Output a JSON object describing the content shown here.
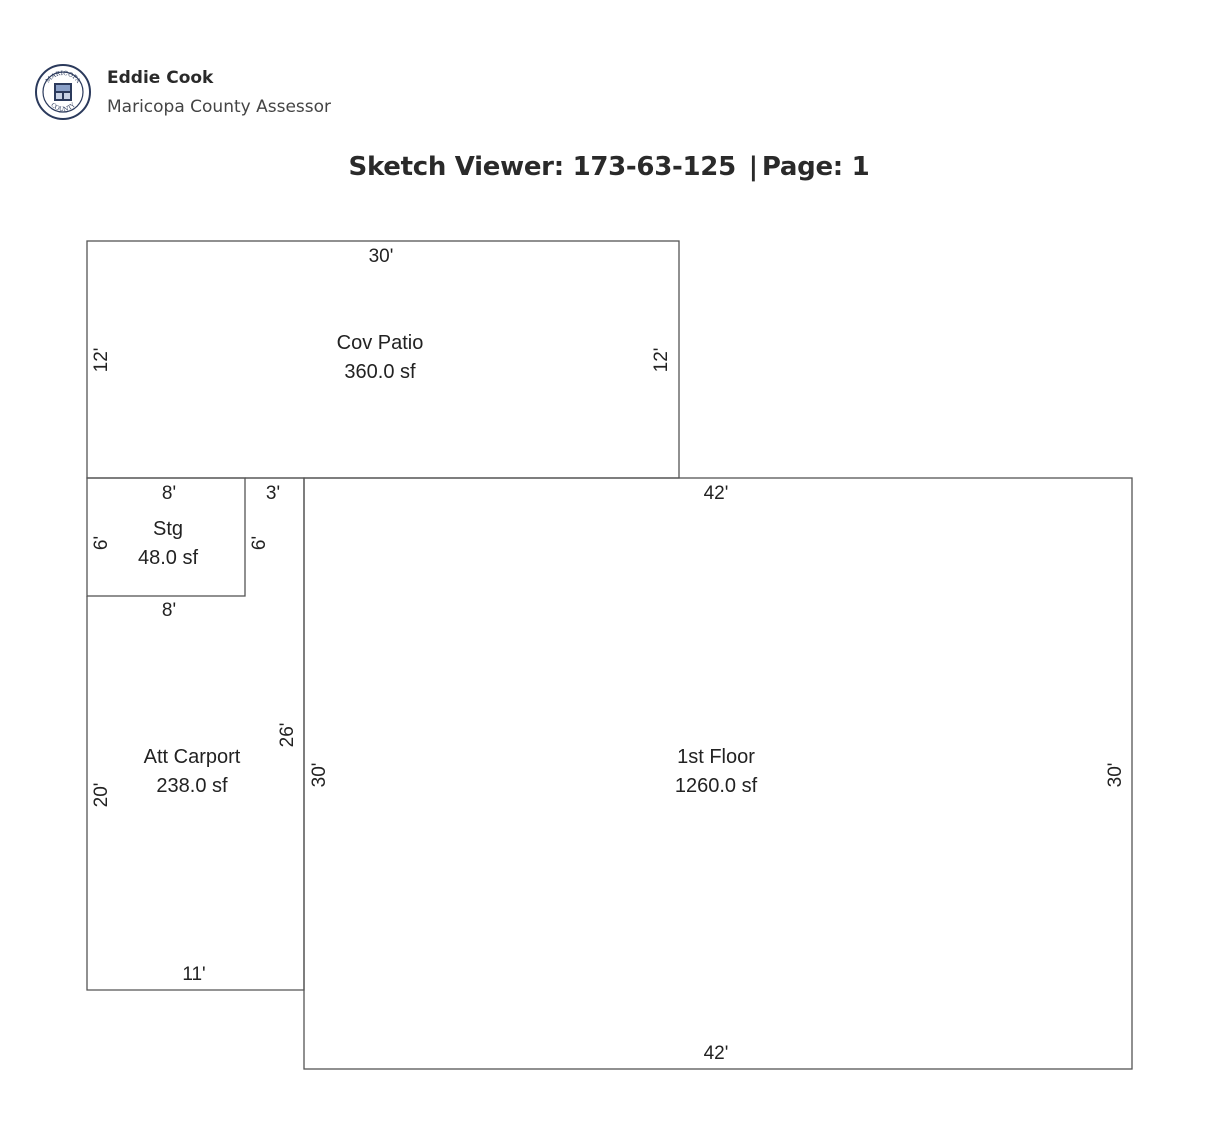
{
  "header": {
    "name": "Eddie Cook",
    "subtitle": "Maricopa County Assessor",
    "seal_text_top": "MARICOPA",
    "seal_text_bottom": "COUNTY"
  },
  "title": {
    "label": "Sketch Viewer:",
    "parcel": "173-63-125",
    "separator": "|",
    "page_label": "Page:",
    "page_number": "1"
  },
  "sketch": {
    "stroke_color": "#555555",
    "areas": [
      {
        "name": "Cov Patio",
        "area": "360.0 sf",
        "dims": {
          "top": "30'",
          "left": "12'",
          "right": "12'"
        }
      },
      {
        "name": "Stg",
        "area": "48.0 sf",
        "dims": {
          "top": "8'",
          "left": "6'",
          "right": "6'",
          "bottom": "8'"
        }
      },
      {
        "name": "Att Carport",
        "area": "238.0 sf",
        "dims": {
          "notch_top": "3'",
          "right_upper": "26'",
          "left": "20'",
          "bottom": "11'"
        }
      },
      {
        "name": "1st Floor",
        "area": "1260.0 sf",
        "dims": {
          "top": "42'",
          "left": "30'",
          "right": "30'",
          "bottom": "42'"
        }
      }
    ]
  }
}
